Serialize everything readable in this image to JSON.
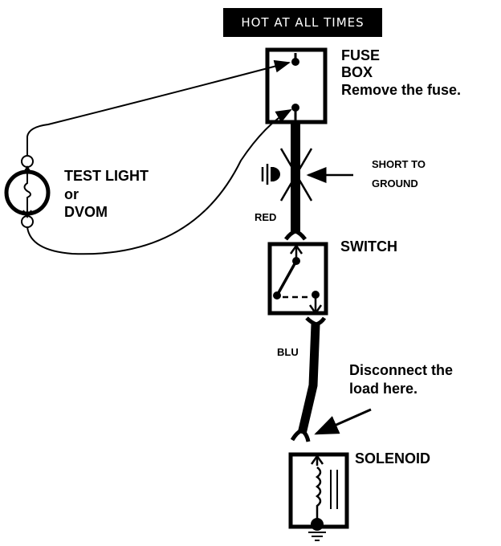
{
  "header_banner": "HOT AT ALL TIMES",
  "components": {
    "fuse_box": {
      "line1": "FUSE",
      "line2": "BOX",
      "instruction": "Remove the fuse."
    },
    "test_light": {
      "line1": "TEST LIGHT",
      "line2": "or",
      "line3": "DVOM"
    },
    "short": {
      "line1": "SHORT TO",
      "line2": "GROUND"
    },
    "switch": {
      "label": "SWITCH"
    },
    "solenoid": {
      "label": "SOLENOID"
    }
  },
  "wires": {
    "red": "RED",
    "blue": "BLU"
  },
  "instructions": {
    "line1": "Disconnect the",
    "line2": "load here."
  },
  "colors": {
    "ink": "#000000",
    "paper": "#ffffff"
  }
}
